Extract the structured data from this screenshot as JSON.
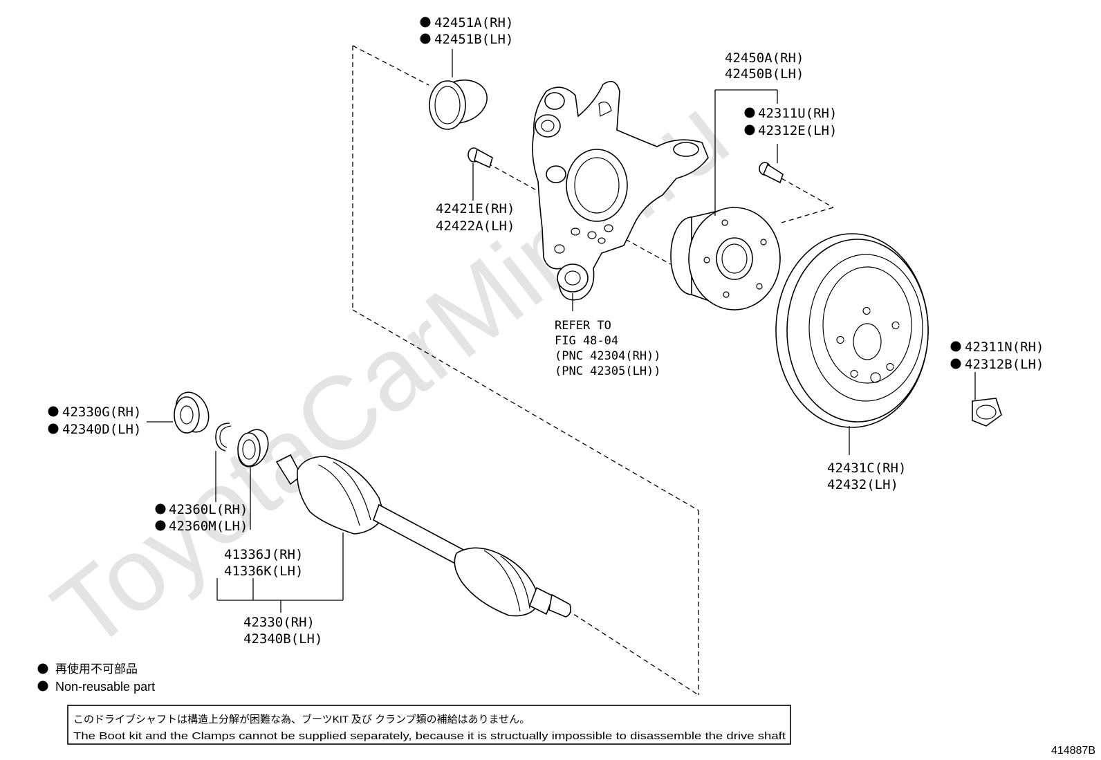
{
  "watermark": "ToyotaCarMine.ru",
  "diagram_number": "414887B",
  "callouts": {
    "c42451": [
      "42451A(RH)",
      "42451B(LH)"
    ],
    "c42450": [
      "42450A(RH)",
      "42450B(LH)"
    ],
    "c42311U": [
      "42311U(RH)",
      "42312E(LH)"
    ],
    "c42421": [
      "42421E(RH)",
      "42422A(LH)"
    ],
    "c_refer": [
      "REFER TO",
      "FIG 48-04",
      "(PNC 42304(RH))",
      "(PNC 42305(LH))"
    ],
    "c42311N": [
      "42311N(RH)",
      "42312B(LH)"
    ],
    "c42431": [
      "42431C(RH)",
      "42432(LH)"
    ],
    "c42330G": [
      "42330G(RH)",
      "42340D(LH)"
    ],
    "c42360": [
      "42360L(RH)",
      "42360M(LH)"
    ],
    "c41336": [
      "41336J(RH)",
      "41336K(LH)"
    ],
    "c42330": [
      "42330(RH)",
      "42340B(LH)"
    ]
  },
  "legend": {
    "jp": "再使用不可部品",
    "en": "Non-reusable part"
  },
  "notice": {
    "jp": "このドライブシャフトは構造上分解が困難な為、ブーツKIT 及び クランプ類の補給はありません。",
    "en": "The Boot kit and the Clamps cannot be supplied separately, because it is structually impossible to disassemble the drive shaft"
  },
  "colors": {
    "line": "#000000",
    "watermark": "#e4e4e4",
    "background": "#ffffff"
  },
  "icons": {
    "non_reusable_marker": "filled-circle-icon"
  }
}
